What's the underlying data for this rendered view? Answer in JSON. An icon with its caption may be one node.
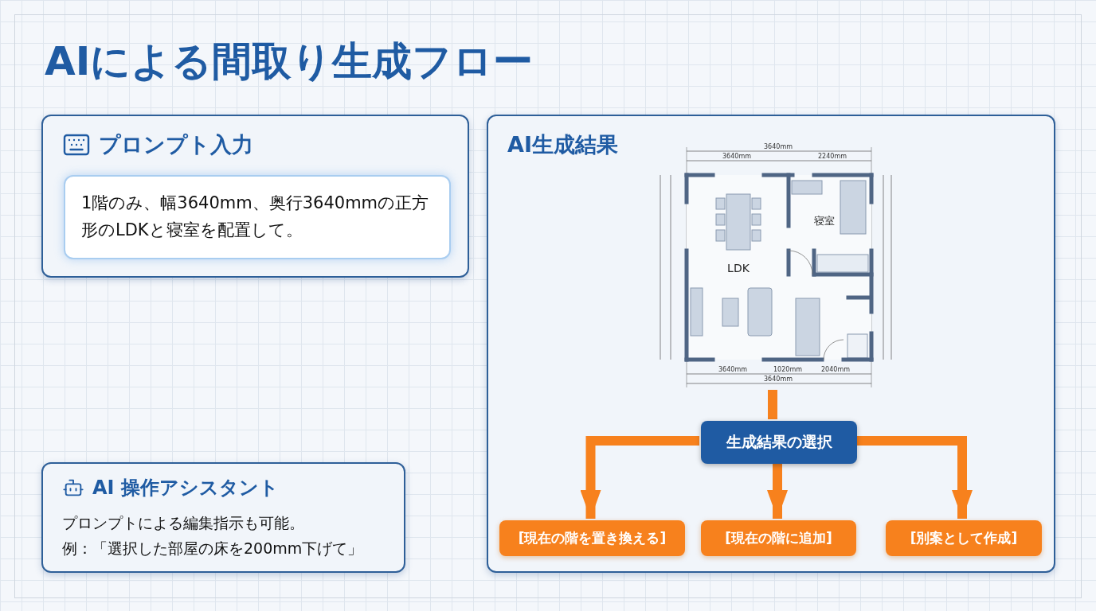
{
  "diagram": {
    "title": "AIによる間取り生成フロー",
    "nodes": [
      {
        "text": [
          "プロンプト入力"
        ]
      },
      {
        "text": [
          "1階のみ、幅3640mm、奥行3640mmの正方形のLDKと寝室を配置して。"
        ],
        "in": 0
      },
      {
        "text": [
          "AI 操作アシスタント",
          "プロンプトによる編集指示も可能。",
          "例：「選択した部屋の床を200mm下げて」"
        ]
      },
      {
        "text": [
          "AI生成結果"
        ]
      },
      {
        "text": [
          "寝室",
          "LDK"
        ],
        "in": 3
      },
      {
        "text": [
          "生成結果の選択"
        ],
        "in": 3
      },
      {
        "text": [
          "[現在の階を置き換える]"
        ],
        "in": 3
      },
      {
        "text": [
          "[現在の階に追加]"
        ],
        "in": 3
      },
      {
        "text": [
          "[別案として作成]"
        ],
        "in": 3
      }
    ],
    "edges": [
      {
        "from": 4,
        "to": 5,
        "arrow": "none"
      },
      {
        "from": 5,
        "to": 6,
        "arrow": "to"
      },
      {
        "from": 5,
        "to": 7,
        "arrow": "to"
      },
      {
        "from": 5,
        "to": 8,
        "arrow": "to"
      }
    ],
    "labels": [
      "3640mm",
      "3640mm",
      "2240mm",
      "3640mm",
      "1020mm",
      "2040mm",
      "3640mm"
    ]
  }
}
